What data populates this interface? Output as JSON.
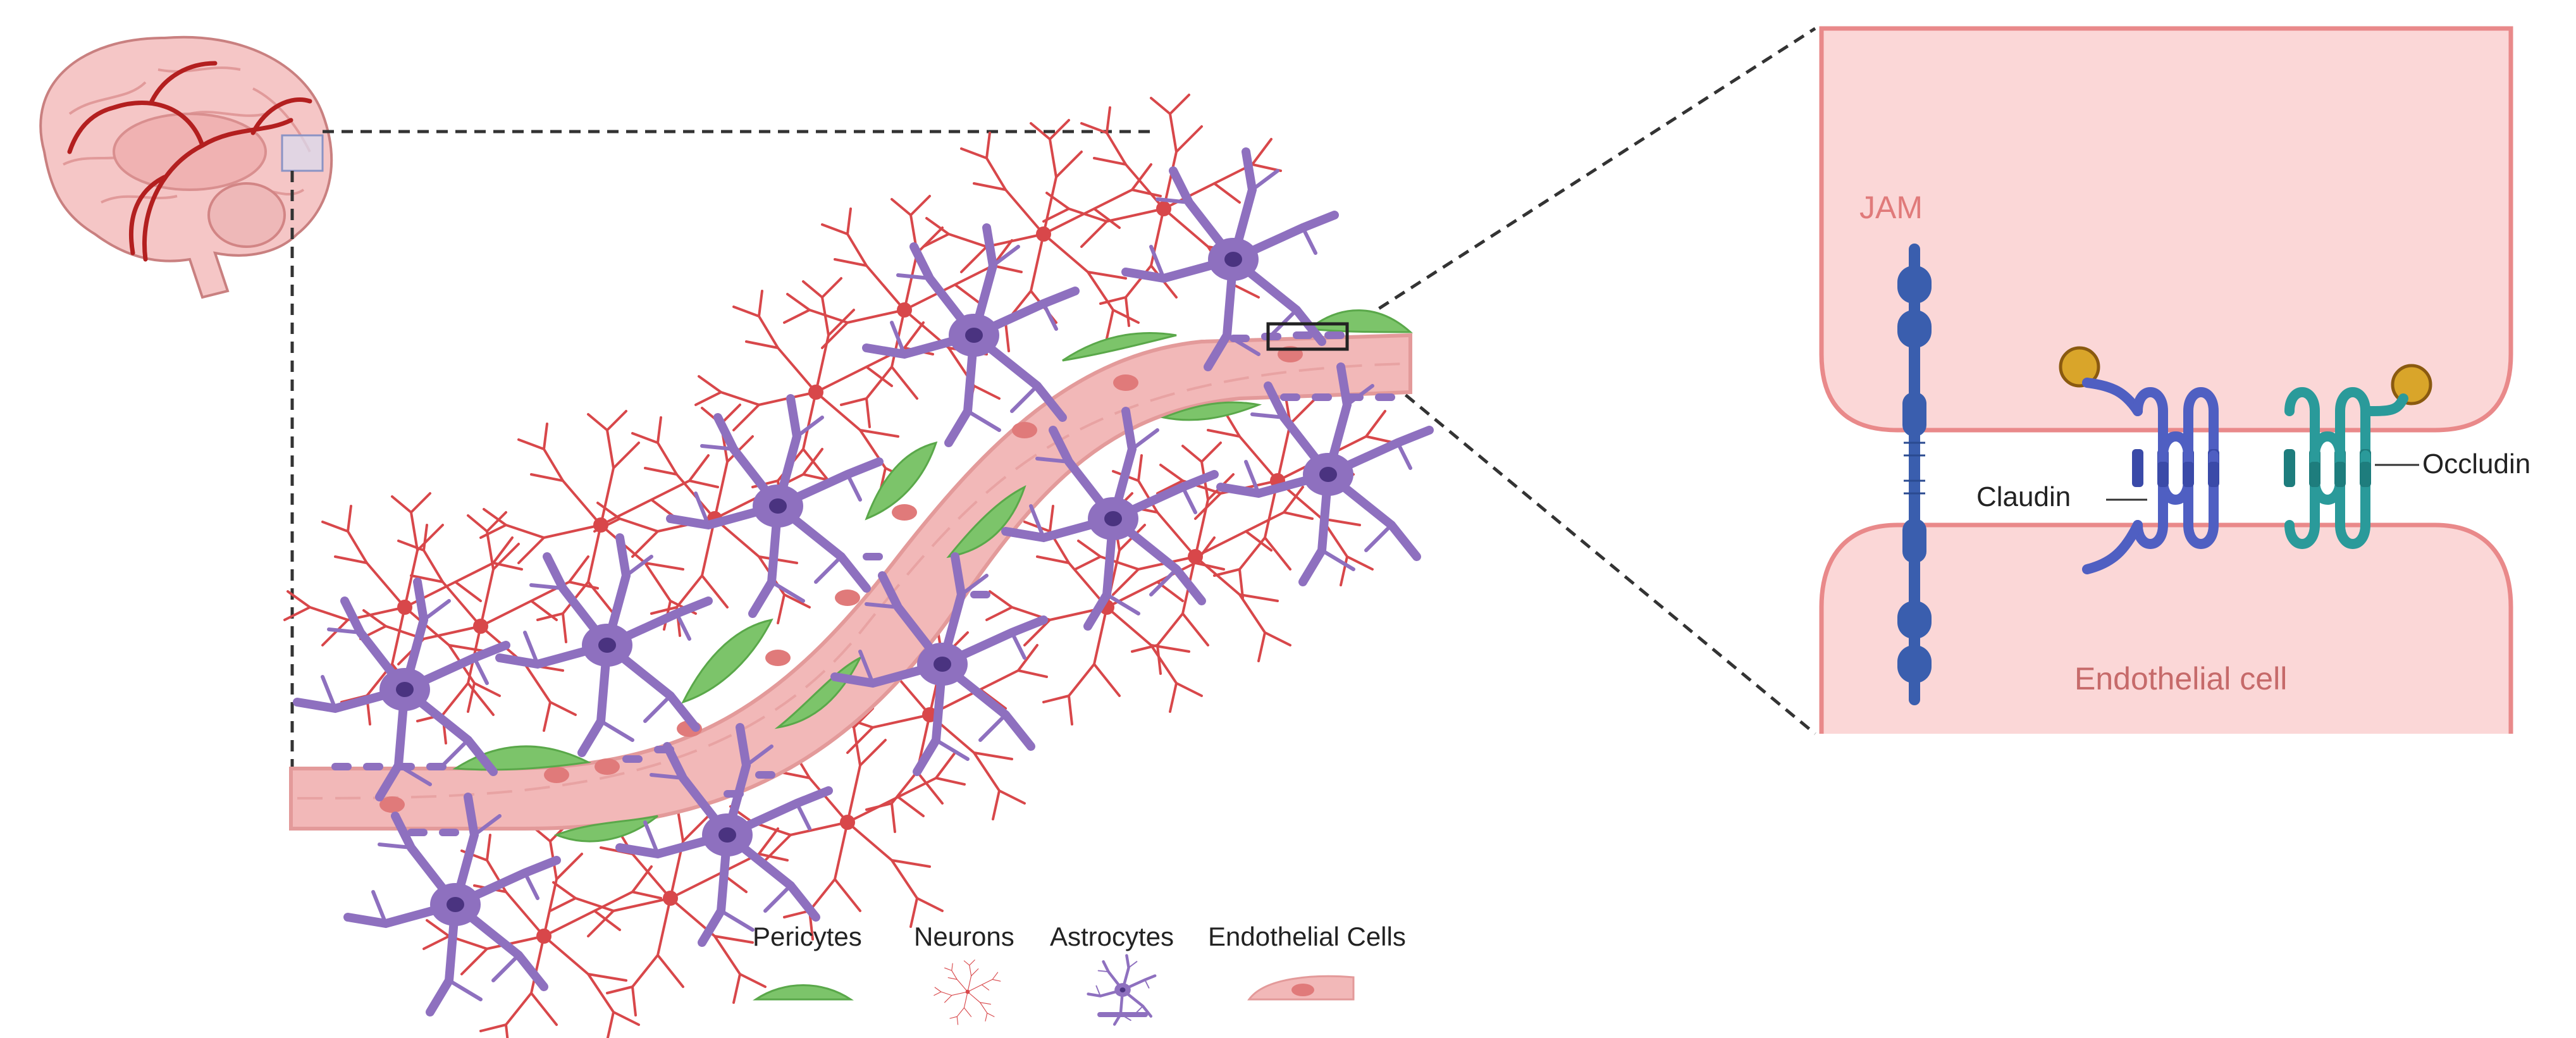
{
  "labels": {
    "jam": "JAM",
    "claudin": "Claudin",
    "occludin": "Occludin",
    "endothelial_cell": "Endothelial cell"
  },
  "legend": [
    {
      "label": "Pericytes",
      "icon": "pericyte-icon"
    },
    {
      "label": "Neurons",
      "icon": "neuron-icon"
    },
    {
      "label": "Astrocytes",
      "icon": "astrocyte-icon"
    },
    {
      "label": "Endothelial Cells",
      "icon": "endothelial-cell-icon"
    }
  ],
  "colors": {
    "vessel_fill": "#f2b8b8",
    "vessel_edge": "#e39a9a",
    "endothelial_nucleus": "#e07a7a",
    "pericyte": "#7cc46a",
    "neuron": "#d8474a",
    "astrocyte": "#8e70bf",
    "cell_fill": "#fbd7d7",
    "cell_edge": "#e9898a",
    "jam": "#3a5eae",
    "claudin": "#4f5fc2",
    "occludin": "#2a9a9a",
    "protein_head": "#d9a52a",
    "brain_fill": "#f5c6c6",
    "brain_vessels": "#b31f1f"
  }
}
